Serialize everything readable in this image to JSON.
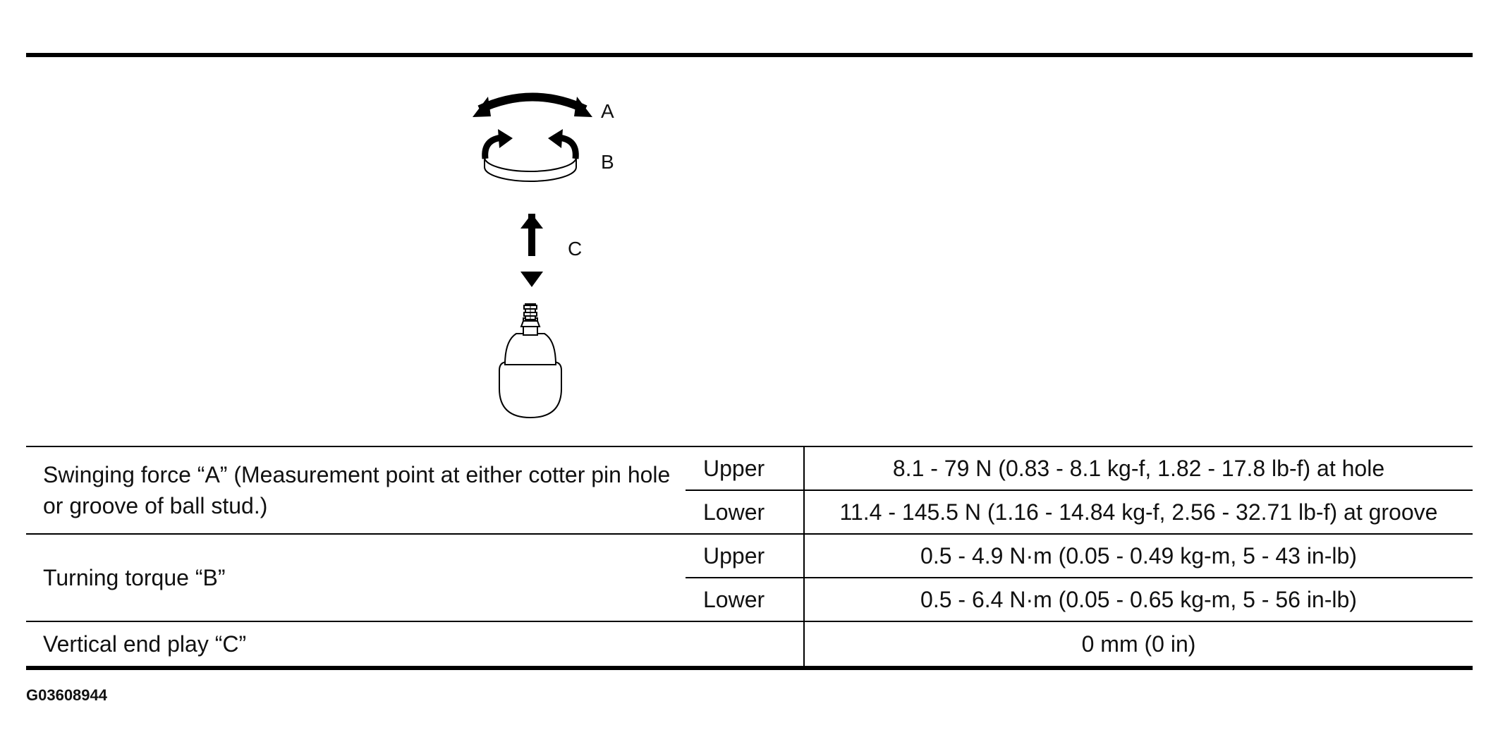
{
  "diagram": {
    "labels": {
      "a": "A",
      "b": "B",
      "c": "C"
    },
    "icons": [
      "swing-arrow-icon",
      "rotation-arrow-icon",
      "vertical-arrow-icon",
      "ball-joint-icon"
    ]
  },
  "table": {
    "rows": [
      {
        "parameter": "Swinging force “A” (Measurement point at either cotter pin hole or groove of ball stud.)",
        "upper_label": "Upper",
        "upper_value": "8.1 - 79 N (0.83 - 8.1 kg-f, 1.82 - 17.8 lb-f) at hole",
        "lower_label": "Lower",
        "lower_value": "11.4 - 145.5 N (1.16 - 14.84 kg-f, 2.56 - 32.71 lb-f) at groove"
      },
      {
        "parameter": "Turning torque “B”",
        "upper_label": "Upper",
        "upper_value": "0.5 - 4.9 N·m (0.05 - 0.49 kg-m, 5 - 43 in-lb)",
        "lower_label": "Lower",
        "lower_value": "0.5 - 6.4 N·m (0.05 - 0.65 kg-m, 5 - 56 in-lb)"
      },
      {
        "parameter": "Vertical end play “C”",
        "value": "0 mm (0 in)"
      }
    ]
  },
  "figure_code": "G03608944"
}
